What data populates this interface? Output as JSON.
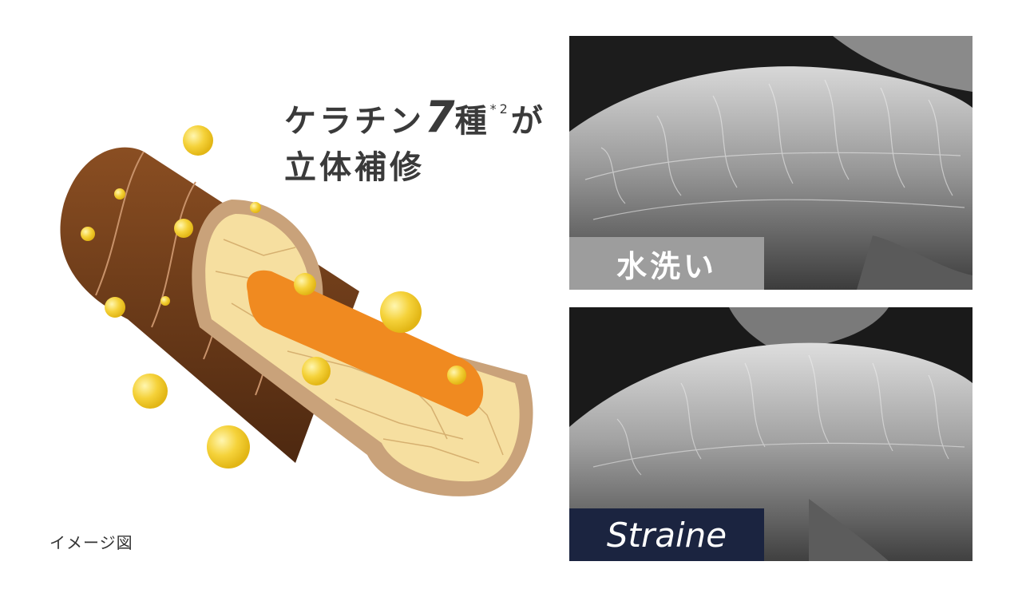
{
  "headline": {
    "line1_prefix": "ケラチン",
    "line1_number": "7",
    "line1_suffix": "種",
    "footnote_mark": "*2",
    "line1_tail": "が",
    "line2": "立体補修"
  },
  "caption": "イメージ図",
  "photos": [
    {
      "label": "水洗い"
    },
    {
      "label": "Straine"
    }
  ],
  "colors": {
    "hair_brown": "#6b3a18",
    "cortex_cream": "#f6dfa0",
    "medulla_orange": "#f08a20",
    "droplet_yellow": "#f5d23a",
    "label_gray": "#9d9d9d",
    "label_navy": "#1b2440"
  }
}
